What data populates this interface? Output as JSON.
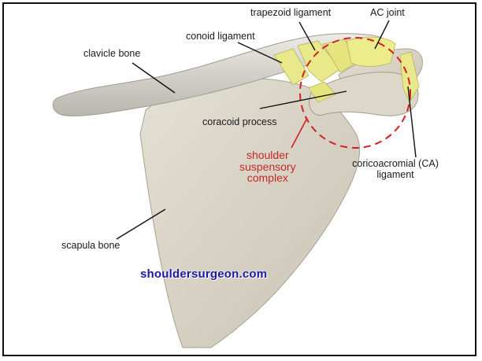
{
  "labels": {
    "trapezoid": "trapezoid ligament",
    "ac_joint": "AC joint",
    "conoid": "conoid ligament",
    "clavicle": "clavicle bone",
    "coracoid": "coracoid process",
    "complex_line1": "shoulder",
    "complex_line2": "suspensory",
    "complex_line3": "complex",
    "ca_line1": "coricoacromial (CA)",
    "ca_line2": "ligament",
    "scapula": "scapula bone"
  },
  "watermark": "shouldersurgeon.com",
  "colors": {
    "bone": "#d9d4c6",
    "ligament": "#e9e88a",
    "highlight": "#d22020",
    "watermark": "#1a1aa8"
  }
}
